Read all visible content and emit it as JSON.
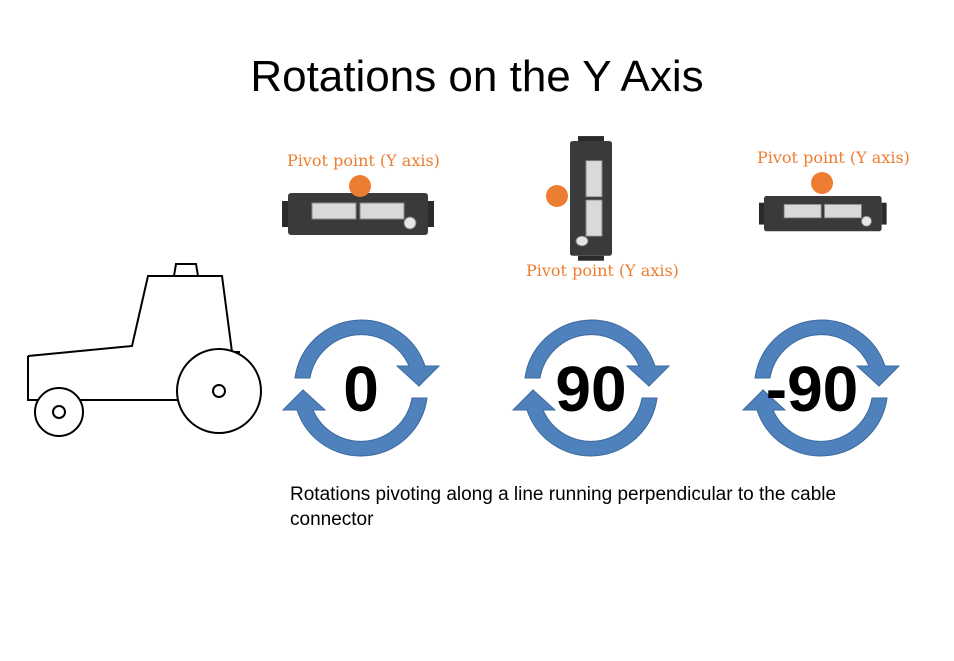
{
  "title": "Rotations on the Y Axis",
  "pivot_label": "Pivot point (Y axis)",
  "rotations": [
    {
      "value": "0"
    },
    {
      "value": "90"
    },
    {
      "value": "-90"
    }
  ],
  "caption": "Rotations pivoting along a line running perpendicular to the cable connector",
  "colors": {
    "arrow": "#4f81bd",
    "pivot": "#ed7d31",
    "module": "#3a3a3a"
  }
}
